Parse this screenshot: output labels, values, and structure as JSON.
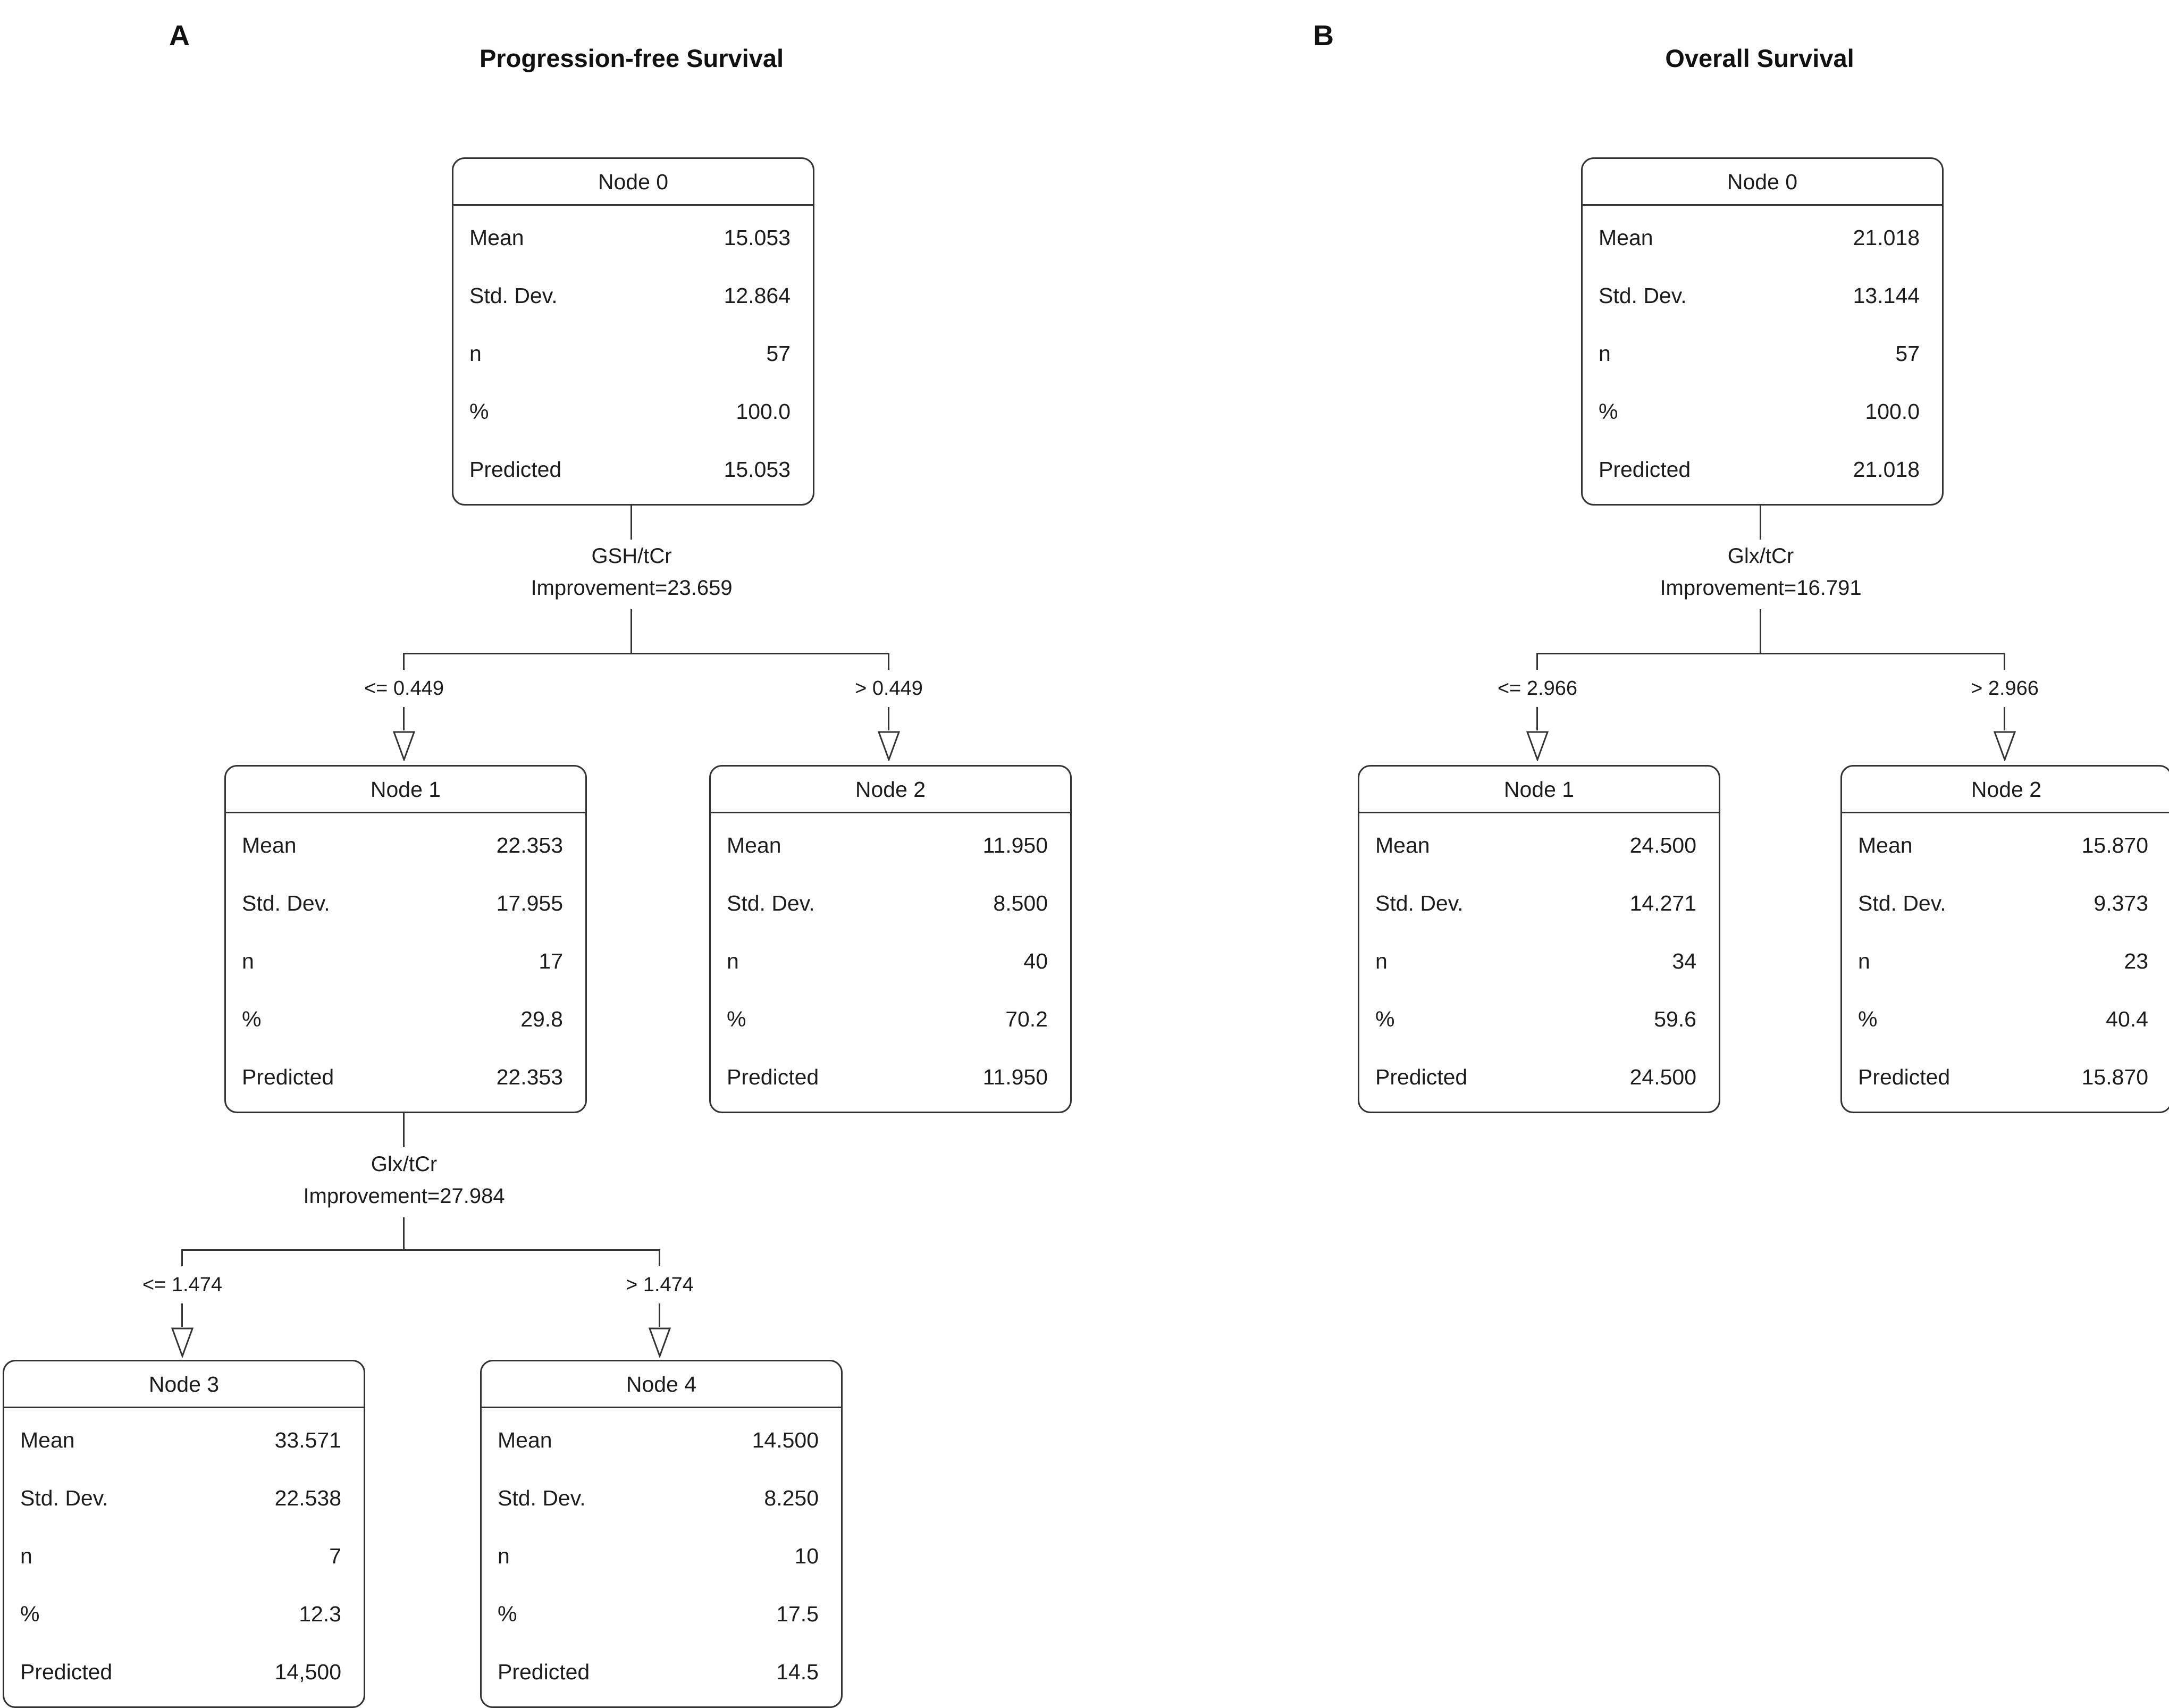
{
  "figure": {
    "panel_a_label": "A",
    "panel_a_title": "Progression-free Survival",
    "panel_b_label": "B",
    "panel_b_title": "Overall Survival"
  },
  "row_labels": {
    "mean": "Mean",
    "sd": "Std. Dev.",
    "n": "n",
    "pct": "%",
    "predicted": "Predicted"
  },
  "panel_a": {
    "nodes": {
      "n0": {
        "title": "Node 0",
        "mean": "15.053",
        "sd": "12.864",
        "n": "57",
        "pct": "100.0",
        "predicted": "15.053"
      },
      "n1": {
        "title": "Node 1",
        "mean": "22.353",
        "sd": "17.955",
        "n": "17",
        "pct": "29.8",
        "predicted": "22.353"
      },
      "n2": {
        "title": "Node 2",
        "mean": "11.950",
        "sd": "8.500",
        "n": "40",
        "pct": "70.2",
        "predicted": "11.950"
      },
      "n3": {
        "title": "Node 3",
        "mean": "33.571",
        "sd": "22.538",
        "n": "7",
        "pct": "12.3",
        "predicted": "14,500"
      },
      "n4": {
        "title": "Node 4",
        "mean": "14.500",
        "sd": "8.250",
        "n": "10",
        "pct": "17.5",
        "predicted": "14.5"
      }
    },
    "splits": {
      "s0": {
        "variable": "GSH/tCr",
        "improvement": "Improvement=23.659",
        "left": "<= 0.449",
        "right": "> 0.449"
      },
      "s1": {
        "variable": "Glx/tCr",
        "improvement": "Improvement=27.984",
        "left": "<= 1.474",
        "right": "> 1.474"
      }
    }
  },
  "panel_b": {
    "nodes": {
      "n0": {
        "title": "Node 0",
        "mean": "21.018",
        "sd": "13.144",
        "n": "57",
        "pct": "100.0",
        "predicted": "21.018"
      },
      "n1": {
        "title": "Node 1",
        "mean": "24.500",
        "sd": "14.271",
        "n": "34",
        "pct": "59.6",
        "predicted": "24.500"
      },
      "n2": {
        "title": "Node 2",
        "mean": "15.870",
        "sd": "9.373",
        "n": "23",
        "pct": "40.4",
        "predicted": "15.870"
      }
    },
    "splits": {
      "s0": {
        "variable": "Glx/tCr",
        "improvement": "Improvement=16.791",
        "left": "<= 2.966",
        "right": "> 2.966"
      }
    }
  }
}
